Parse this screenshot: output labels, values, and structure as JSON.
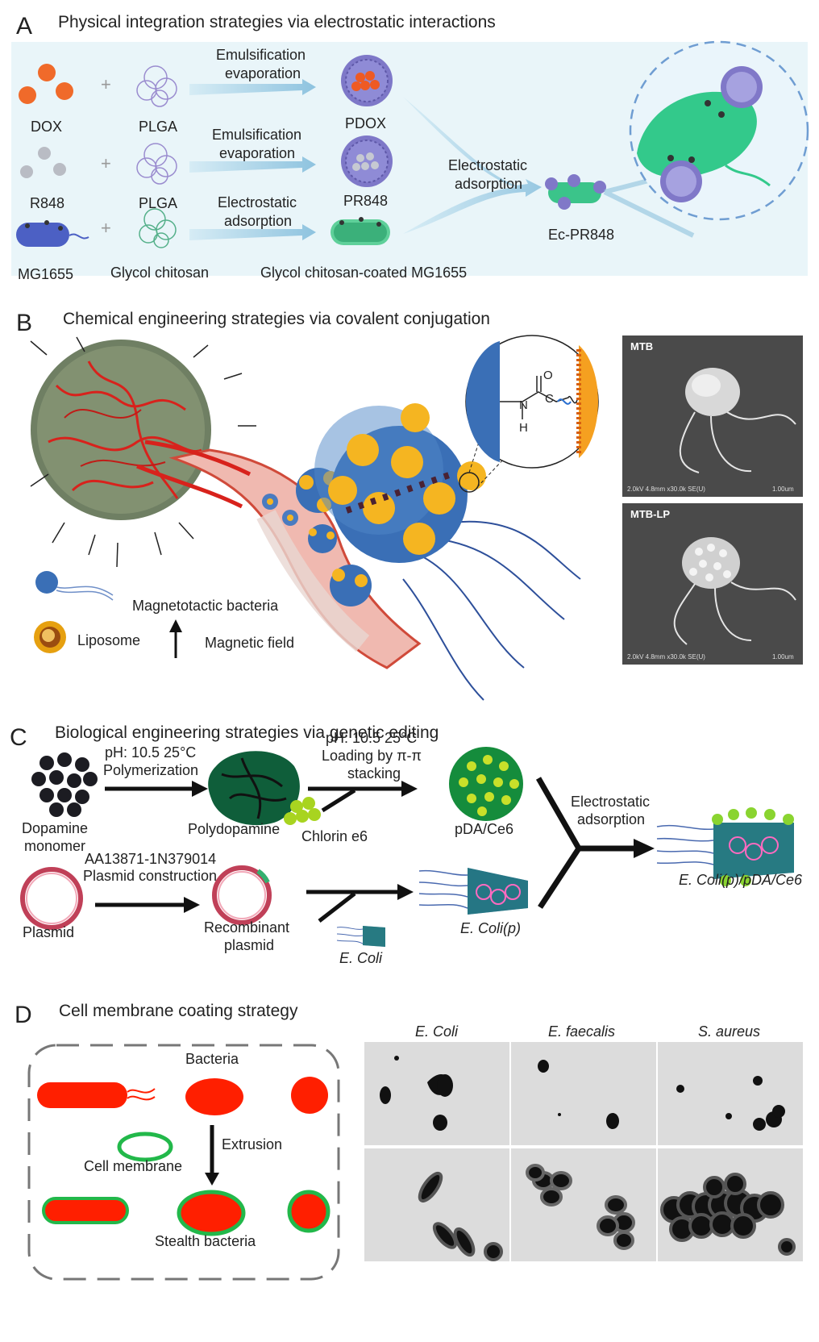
{
  "panelA": {
    "letter": "A",
    "title": "Physical integration strategies via electrostatic interactions",
    "labels": {
      "dox": "DOX",
      "plga1": "PLGA",
      "emul1_l1": "Emulsification",
      "emul1_l2": "evaporation",
      "pdox": "PDOX",
      "r848": "R848",
      "plga2": "PLGA",
      "emul2_l1": "Emulsification",
      "emul2_l2": "evaporation",
      "pr848": "PR848",
      "mg1655": "MG1655",
      "glycol": "Glycol chitosan",
      "elec1_l1": "Electrostatic",
      "elec1_l2": "adsorption",
      "coated": "Glycol chitosan-coated MG1655",
      "elec2_l1": "Electrostatic",
      "elec2_l2": "adsorption",
      "ecpr848": "Ec-PR848"
    }
  },
  "panelB": {
    "letter": "B",
    "title": "Chemical engineering strategies via covalent conjugation",
    "labels": {
      "mtb_legend": "Magnetotactic bacteria",
      "liposome": "Liposome",
      "field": "Magnetic field",
      "atom_o": "O",
      "atom_n": "N",
      "atom_c": "C",
      "atom_h": "H"
    },
    "sem": [
      {
        "label": "MTB",
        "footer": "2.0kV 4.8mm x30.0k SE(U)",
        "scale": "1.00um"
      },
      {
        "label": "MTB-LP",
        "footer": "2.0kV 4.8mm x30.0k SE(U)",
        "scale": "1.00um"
      }
    ]
  },
  "panelC": {
    "letter": "C",
    "title": "Biological engineering strategies via genetic editing",
    "labels": {
      "cond1_l1": "pH: 10.5 25°C",
      "cond1_l2": "Polymerization",
      "dopa_l1": "Dopamine",
      "dopa_l2": "monomer",
      "pda": "Polydopamine",
      "cond2_l1": "pH: 10.5 25°C",
      "cond2_l2": "Loading by π-π",
      "cond2_l3": "stacking",
      "chlorin": "Chlorin e6",
      "pdace6": "pDA/Ce6",
      "elec_l1": "Electrostatic",
      "elec_l2": "adsorption",
      "plasmid_id": "AA13871-1N379014",
      "plasmid_con": "Plasmid construction",
      "plasmid": "Plasmid",
      "recomb_l1": "Recombinant",
      "recomb_l2": "plasmid",
      "ecoli": "E. Coli",
      "ecolip": "E. Coli(p)",
      "final": "E. Coli(p)/pDA/Ce6"
    }
  },
  "panelD": {
    "letter": "D",
    "title": "Cell membrane coating strategy",
    "labels": {
      "bacteria": "Bacteria",
      "extrusion": "Extrusion",
      "membrane": "Cell membrane",
      "stealth": "Stealth bacteria"
    },
    "species": [
      "E. Coli",
      "E.  faecalis",
      "S. aureus"
    ]
  },
  "colors": {
    "panel_bg_a": "#e9f5f9",
    "bacteria_red": "#ff1f00",
    "membrane_green": "#3cb34a",
    "liposome_orange": "#f5b521",
    "mtb_blue": "#3a6fb6"
  }
}
